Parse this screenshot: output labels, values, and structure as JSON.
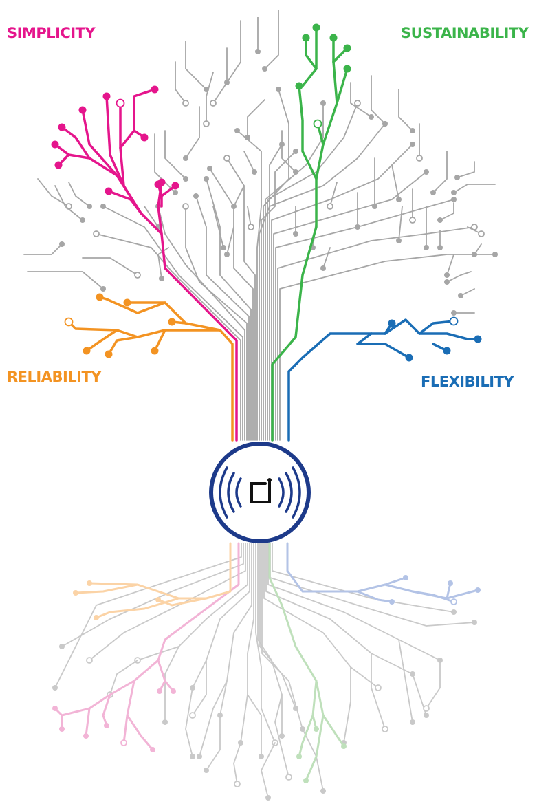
{
  "labels": {
    "simplicity": "SIMPLICITY",
    "sustainability": "SUSTAINABILITY",
    "reliability": "RELIABILITY",
    "flexibility": "FLEXIBILITY"
  },
  "colors": {
    "simplicity": "#e5158c",
    "sustainability": "#3bb44a",
    "reliability": "#f39322",
    "flexibility": "#1a6db5",
    "neutral_trace": "#a6a6a6",
    "neutral_dot": "#808080",
    "emblem_ring": "#1d3a8a",
    "root_simplicity": "#f2b4d6",
    "root_sustainability": "#bfe0bb",
    "root_reliability": "#fbd3a6",
    "root_flexibility": "#b3c3e6",
    "root_neutral": "#c9c9c9"
  },
  "center": {
    "icon": "wireless-signal-bracket-icon"
  }
}
